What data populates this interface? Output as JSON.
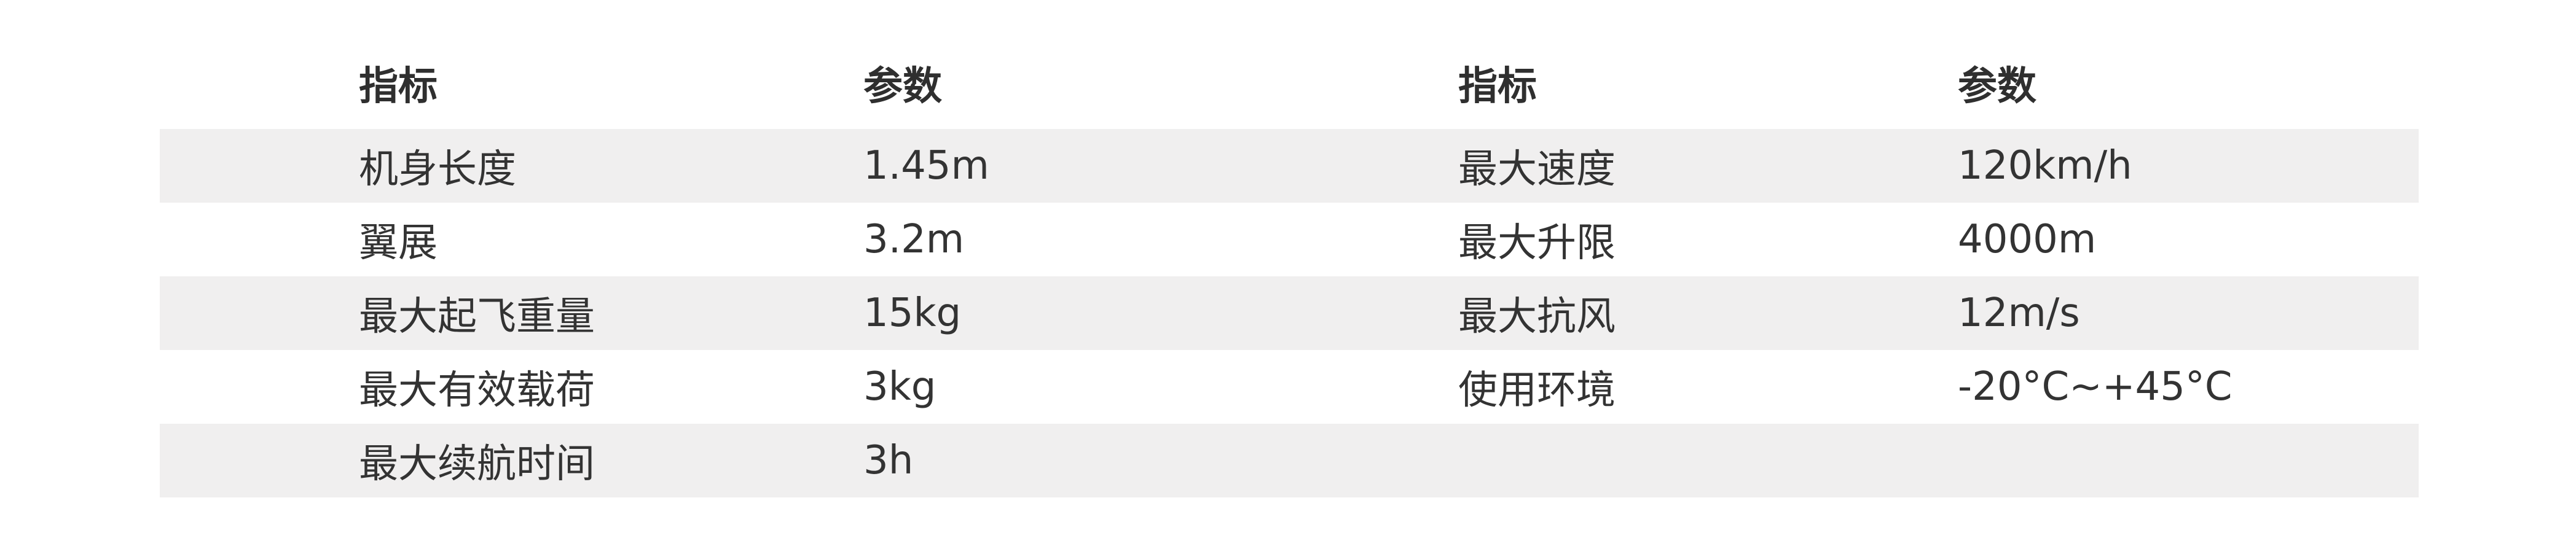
{
  "header": {
    "left_indicator": "指标",
    "left_parameter": "参数",
    "right_indicator": "指标",
    "right_parameter": "参数"
  },
  "rows": [
    {
      "left_name": "机身长度",
      "left_value": "1.45m",
      "right_name": "最大速度",
      "right_value": "120km/h"
    },
    {
      "left_name": "翼展",
      "left_value": "3.2m",
      "right_name": "最大升限",
      "right_value": "4000m"
    },
    {
      "left_name": "最大起飞重量",
      "left_value": "15kg",
      "right_name": "最大抗风",
      "right_value": "12m/s"
    },
    {
      "left_name": "最大有效载荷",
      "left_value": "3kg",
      "right_name": "使用环境",
      "right_value": "-20°C~+45°C"
    },
    {
      "left_name": "最大续航时间",
      "left_value": "3h",
      "right_name": "",
      "right_value": ""
    }
  ],
  "colors": {
    "stripe": "#f0efef",
    "text": "#333333",
    "background": "#ffffff"
  }
}
